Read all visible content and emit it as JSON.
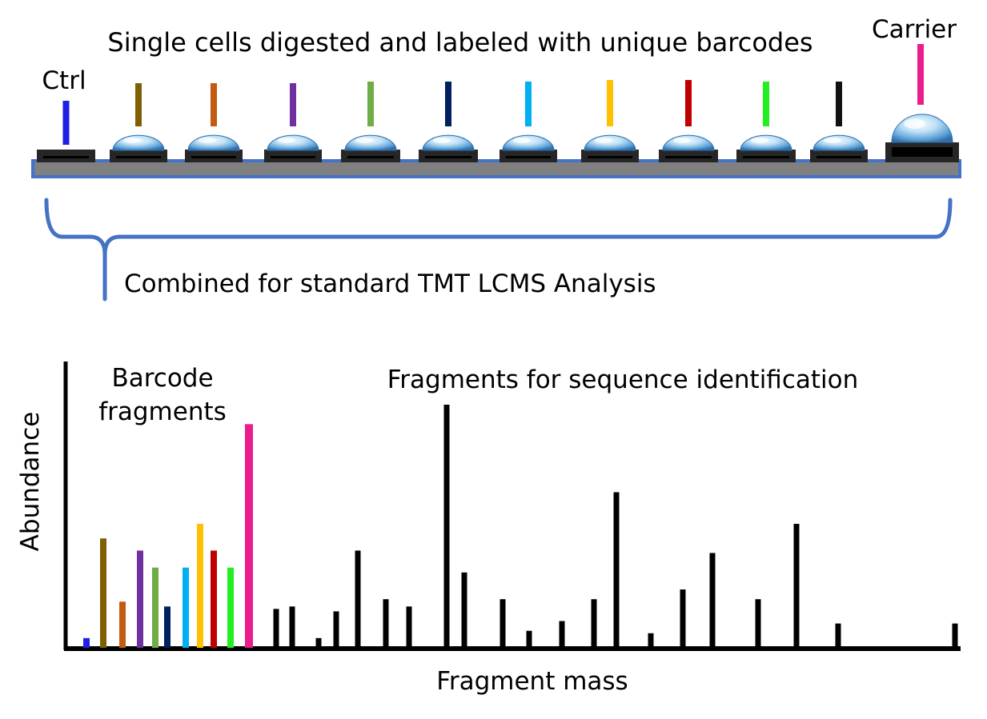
{
  "top": {
    "title": "Single cells digested and labeled with unique barcodes",
    "ctrl_label": "Ctrl",
    "carrier_label": "Carrier",
    "combined_label": "Combined for standard TMT LCMS Analysis",
    "plate_color": "#4472c4",
    "wells": [
      {
        "name": "ctrl",
        "color": "#1f1fe6",
        "droplet": false
      },
      {
        "name": "cell-1",
        "color": "#7f6000",
        "droplet": true
      },
      {
        "name": "cell-2",
        "color": "#c55a11",
        "droplet": true
      },
      {
        "name": "cell-3",
        "color": "#7030a0",
        "droplet": true
      },
      {
        "name": "cell-4",
        "color": "#70ad47",
        "droplet": true
      },
      {
        "name": "cell-5",
        "color": "#002060",
        "droplet": true
      },
      {
        "name": "cell-6",
        "color": "#00b0f0",
        "droplet": true
      },
      {
        "name": "cell-7",
        "color": "#ffc000",
        "droplet": true
      },
      {
        "name": "cell-8",
        "color": "#c00000",
        "droplet": true
      },
      {
        "name": "cell-9",
        "color": "#22ee22",
        "droplet": true
      },
      {
        "name": "cell-10",
        "color": "#111111",
        "droplet": true
      },
      {
        "name": "carrier",
        "color": "#e91e8c",
        "droplet": true
      }
    ]
  },
  "spectrum": {
    "xlabel": "Fragment mass",
    "ylabel": "Abundance",
    "barcode_label_line1": "Barcode",
    "barcode_label_line2": "fragments",
    "fragments_label": "Fragments for sequence identification"
  },
  "chart_data": {
    "type": "bar",
    "xlabel": "Fragment mass",
    "ylabel": "Abundance",
    "barcode_series": [
      {
        "color": "#1f1fe6",
        "value": 4
      },
      {
        "color": "#7f6000",
        "value": 45
      },
      {
        "color": "#c55a11",
        "value": 19
      },
      {
        "color": "#7030a0",
        "value": 40
      },
      {
        "color": "#70ad47",
        "value": 33
      },
      {
        "color": "#002060",
        "value": 17
      },
      {
        "color": "#00b0f0",
        "value": 33
      },
      {
        "color": "#ffc000",
        "value": 51
      },
      {
        "color": "#c00000",
        "value": 40
      },
      {
        "color": "#22ee22",
        "value": 33
      },
      {
        "color": "#e91e8c",
        "value": 92
      }
    ],
    "fragment_series": {
      "color": "#000000",
      "x": [
        345,
        365,
        398,
        420,
        447,
        482,
        511,
        558,
        580,
        628,
        661,
        702,
        742,
        770,
        813,
        853,
        890,
        947,
        995,
        1047,
        1193
      ],
      "values": [
        16,
        17,
        4,
        15,
        40,
        20,
        17,
        100,
        31,
        20,
        7,
        11,
        20,
        64,
        6,
        24,
        39,
        20,
        51,
        10,
        10
      ]
    },
    "ylim": [
      0,
      100
    ]
  }
}
